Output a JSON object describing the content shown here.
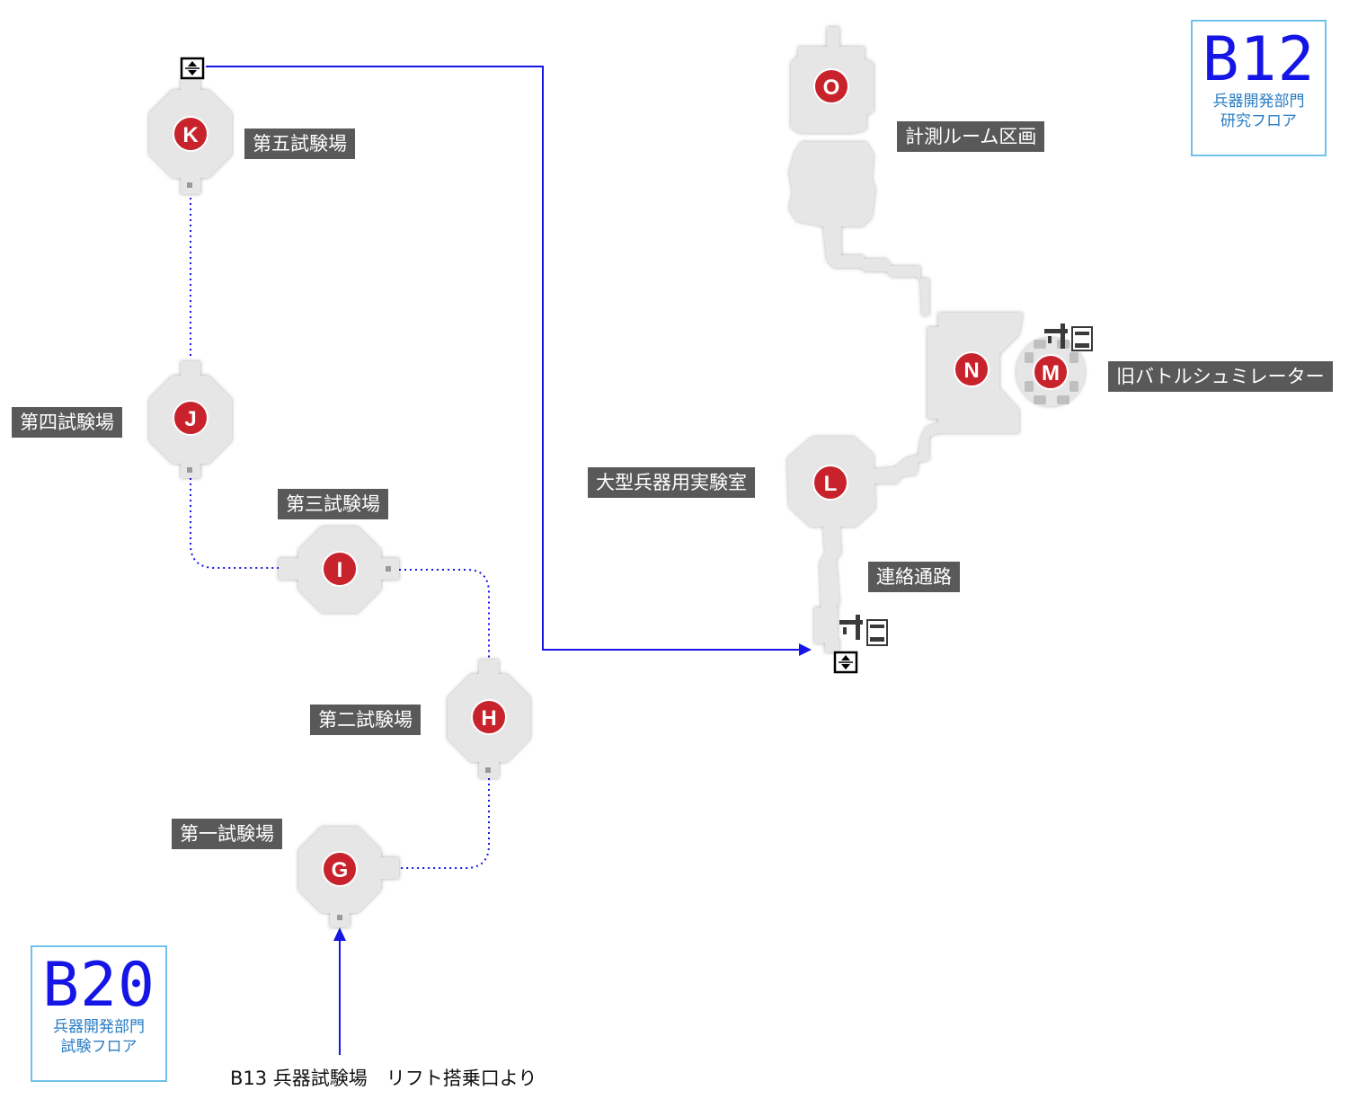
{
  "rooms": [
    {
      "id": "K",
      "name": "第五試験場"
    },
    {
      "id": "J",
      "name": "第四試験場"
    },
    {
      "id": "I",
      "name": "第三試験場"
    },
    {
      "id": "H",
      "name": "第二試験場"
    },
    {
      "id": "G",
      "name": "第一試験場"
    },
    {
      "id": "O",
      "name": "計測ルーム区画"
    },
    {
      "id": "N",
      "name": ""
    },
    {
      "id": "M",
      "name": "旧バトルシュミレーター"
    },
    {
      "id": "L",
      "name": "大型兵器用実験室"
    }
  ],
  "corridor_label": "連絡通路",
  "floors": {
    "upper": {
      "number": "B12",
      "line1": "兵器開発部門",
      "line2": "研究フロア"
    },
    "lower": {
      "number": "B20",
      "line1": "兵器開発部門",
      "line2": "試験フロア"
    }
  },
  "entry_note": "B13 兵器試験場　リフト搭乗口より",
  "icons": [
    "lift-icon",
    "terminal-icon",
    "room-marker"
  ],
  "colors": {
    "marker": "#c8232c",
    "room_fill": "#e6e6e6",
    "label_bg": "#595959",
    "route_line": "#1515e6",
    "floor_border": "#6fc2e9",
    "floor_text": "#1515e6"
  }
}
